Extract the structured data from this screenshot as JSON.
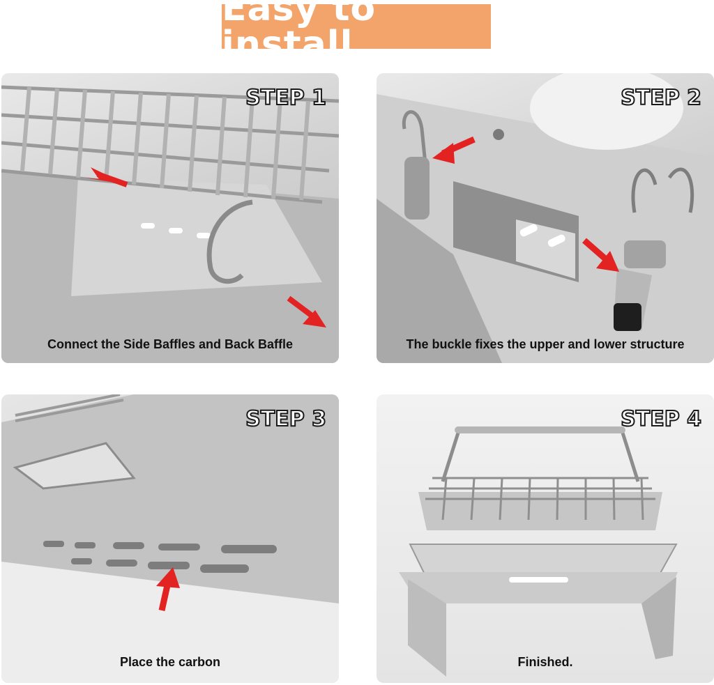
{
  "header": {
    "title": "Easy to install"
  },
  "colors": {
    "banner": "#f3a46a",
    "arrow": "#e32222",
    "steel": "#c9c9c9"
  },
  "steps": [
    {
      "label": "STEP 1",
      "caption": "Connect the Side Baffles and Back Baffle"
    },
    {
      "label": "STEP 2",
      "caption": "The buckle fixes the upper and lower structure"
    },
    {
      "label": "STEP 3",
      "caption": "Place the carbon"
    },
    {
      "label": "STEP 4",
      "caption": "Finished."
    }
  ]
}
